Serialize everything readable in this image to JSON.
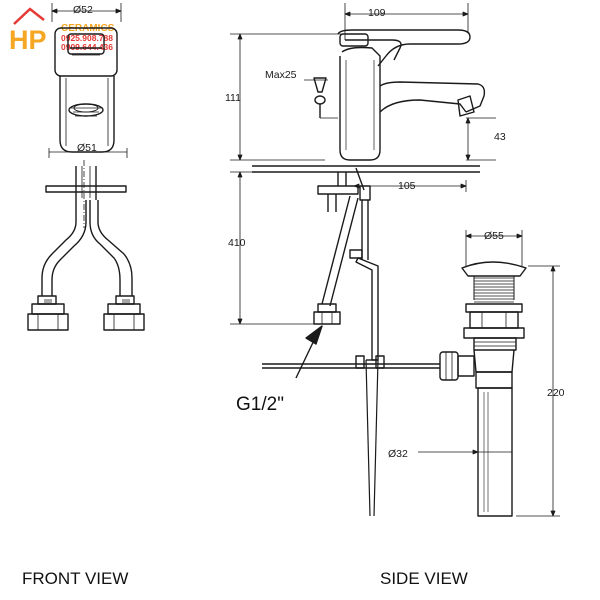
{
  "logo": {
    "mark": "HP",
    "brand": "CERAMICS",
    "phone_1": "0925.908.788",
    "phone_2": "0909.644.436"
  },
  "colors": {
    "logo_orange": "#f5a623",
    "logo_red": "#e53935",
    "line": "#1a1a1a"
  },
  "front_view": {
    "label": "FRONT VIEW",
    "dim_top_width": "Ø52",
    "dim_base_dia": "Ø51"
  },
  "side_view": {
    "label": "SIDE VIEW",
    "dim_total_length": "109",
    "dim_height": "111",
    "dim_lever": "Max25",
    "dim_spout_height": "43",
    "dim_reach": "105",
    "dim_hose": "410",
    "dim_thread": "G1/2\"",
    "dim_waste_top": "Ø55",
    "dim_waste_height": "220",
    "dim_waste_pipe": "Ø32"
  }
}
